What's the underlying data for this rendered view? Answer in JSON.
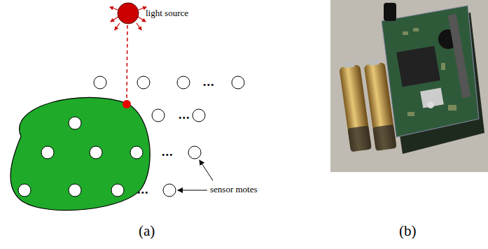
{
  "diagram": {
    "labels": [
      "light source",
      "...",
      "...",
      "...",
      "...",
      "sensor motes",
      "(a)",
      "(b)"
    ]
  }
}
